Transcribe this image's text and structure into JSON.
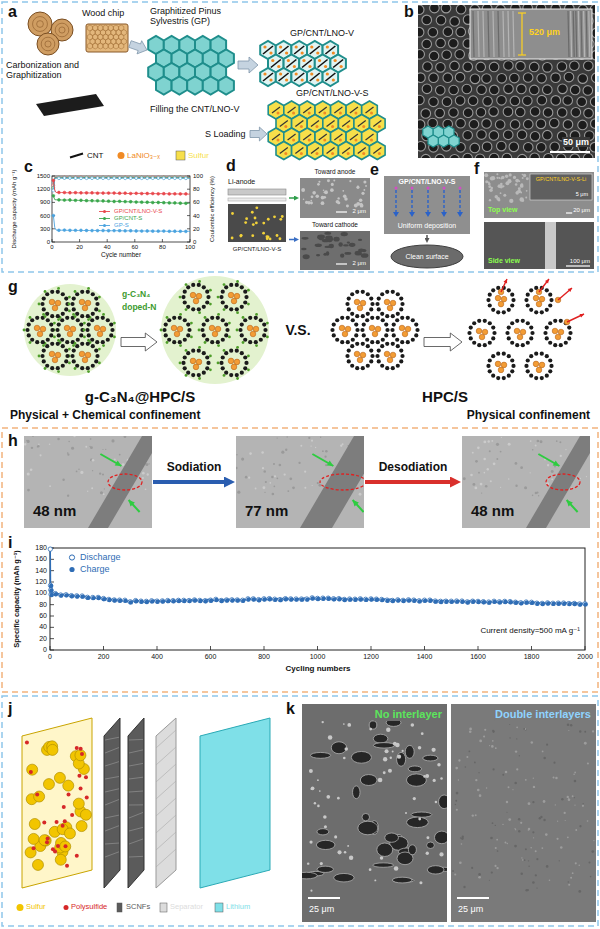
{
  "diagram": {
    "nodes": [
      {
        "text": [
          "50 μm"
        ]
      },
      {
        "text": [
          "520 μm"
        ],
        "in": 0
      },
      {
        "text": [
          "Li-anode",
          "GP/CNT/LNO-V-S"
        ]
      },
      {
        "text": [
          "Toward anode",
          "2 μm"
        ]
      },
      {
        "text": [
          "Toward cathode",
          "2 μm"
        ]
      },
      {
        "text": [
          "GP/CNT/LNO-V-S",
          "Uniform deposition"
        ]
      },
      {
        "text": [
          "Clean surface"
        ]
      },
      {
        "text": [
          "Top view",
          "20 μm"
        ]
      },
      {
        "text": [
          "GP/CNT/LNO-V-S-Li",
          "5 μm"
        ],
        "in": 7
      },
      {
        "text": [
          "Side view",
          "100 μm"
        ]
      },
      {
        "text": [
          "48 nm"
        ]
      },
      {
        "text": [
          "77 nm"
        ]
      },
      {
        "text": [
          "48 nm"
        ]
      },
      {
        "text": [
          "No interlayer",
          "25 μm"
        ]
      },
      {
        "text": [
          "Double interlayers",
          "25 μm"
        ]
      }
    ],
    "edges": [
      {
        "from": 2,
        "to": 3,
        "arrow": "to"
      },
      {
        "from": 2,
        "to": 4,
        "arrow": "to"
      },
      {
        "from": 5,
        "to": 6,
        "arrow": "to"
      },
      {
        "from": 10,
        "to": 11,
        "label": "Sodiation",
        "arrow": "to"
      },
      {
        "from": 11,
        "to": 12,
        "label": "Desodiation",
        "arrow": "to"
      }
    ],
    "labels": [
      "a",
      "Wood chip",
      "Carbonization and Graphitization",
      "Graphitized Pinus Sylvestris (GP)",
      "GP/CNT/LNO-V",
      "Filling the CNT/LNO-V",
      "GP/CNT/LNO-V-S",
      "S Loading",
      "b",
      "c",
      "0",
      "20",
      "40",
      "60",
      "80",
      "100",
      "0",
      "300",
      "600",
      "900",
      "1200",
      "1500",
      "0",
      "20",
      "40",
      "60",
      "80",
      "100",
      "Discharge capacity (mAh g⁻¹)",
      "Cycle number",
      "Coulombic efficiency (%)",
      "d",
      "e",
      "f",
      "g",
      "g-C₃N₄",
      "doped-N",
      "V.S.",
      "g-C₃N₄@HPC/S",
      "HPC/S",
      "Physical + Chemical confinement",
      "Physical confinement",
      "h",
      "i",
      "0",
      "20",
      "40",
      "60",
      "80",
      "100",
      "120",
      "140",
      "160",
      "180",
      "0",
      "200",
      "400",
      "600",
      "800",
      "1000",
      "1200",
      "1400",
      "1600",
      "1800",
      "2000",
      "Specific capacity (mAh g⁻¹)",
      "Cycling numbers",
      "Current density=500 mA g⁻¹",
      "j",
      "k"
    ],
    "legend": [
      {
        "text": "CNT"
      },
      {
        "text": "LaNiO₃₋ₓ"
      },
      {
        "text": "Sulfur"
      },
      {
        "text": "GP/CNT/LNO-V-S"
      },
      {
        "text": "GP/CNT-S"
      },
      {
        "text": "GP-S"
      },
      {
        "text": "Discharge"
      },
      {
        "text": "Charge"
      },
      {
        "text": "Sulfur"
      },
      {
        "text": "Polysulfide"
      },
      {
        "text": "SCNFs"
      },
      {
        "text": "Separator"
      },
      {
        "text": "Lithium"
      }
    ]
  }
}
